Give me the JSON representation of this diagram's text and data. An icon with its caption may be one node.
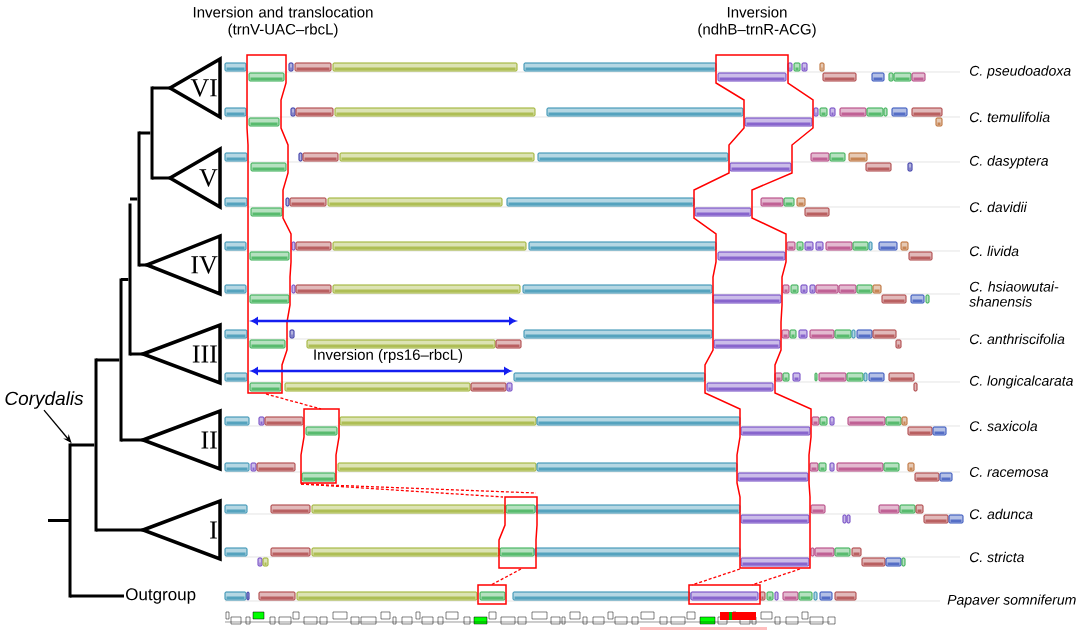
{
  "diagram": {
    "nodes": [
      {
        "text": [
          "VI"
        ]
      },
      {
        "text": [
          "V"
        ]
      },
      {
        "text": [
          "IV"
        ]
      },
      {
        "text": [
          "III"
        ]
      },
      {
        "text": [
          "II"
        ]
      },
      {
        "text": [
          "I"
        ]
      },
      {
        "text": [
          "Corydalis"
        ]
      },
      {
        "text": [
          "Outgroup"
        ]
      },
      {
        "text": [],
        "shape": "bar"
      },
      {
        "text": [],
        "shape": "bar"
      },
      {
        "text": [],
        "shape": "bar"
      },
      {
        "text": [],
        "shape": "bar"
      },
      {
        "text": [],
        "shape": "bar"
      },
      {
        "text": [],
        "shape": "bar"
      }
    ],
    "edges": [
      {
        "from": 6,
        "to": 13,
        "arrow": "to"
      },
      {
        "from": null,
        "to": 13,
        "arrow": "none"
      },
      {
        "from": 13,
        "to": 12,
        "arrow": "none"
      },
      {
        "from": 13,
        "to": 7,
        "arrow": "none"
      },
      {
        "from": 12,
        "to": 11,
        "arrow": "none"
      },
      {
        "from": 12,
        "to": 5,
        "arrow": "none"
      },
      {
        "from": 11,
        "to": 10,
        "arrow": "none"
      },
      {
        "from": 11,
        "to": 4,
        "arrow": "none"
      },
      {
        "from": 10,
        "to": 9,
        "arrow": "none"
      },
      {
        "from": 10,
        "to": 3,
        "arrow": "none"
      },
      {
        "from": 9,
        "to": 8,
        "arrow": "none"
      },
      {
        "from": 9,
        "to": 2,
        "arrow": "none"
      },
      {
        "from": 8,
        "to": 0,
        "arrow": "none"
      },
      {
        "from": 8,
        "to": 1,
        "arrow": "none"
      }
    ],
    "labels": [
      "Inversion and translocation (trnV-UAC–rbcL)",
      "Inversion (ndhB–trnR-ACG)",
      "C. pseudoadoxa",
      "C. temulifolia",
      "C. dasyptera",
      "C. davidii",
      "C. livida",
      "C. hsiaowutai-shanensis",
      "C. anthriscifolia",
      "C. longicalcarata",
      "C. saxicola",
      "C. racemosa",
      "C. adunca",
      "C. stricta",
      "Inversion (rps16–rbcL)",
      "Papaver somniferum"
    ]
  }
}
